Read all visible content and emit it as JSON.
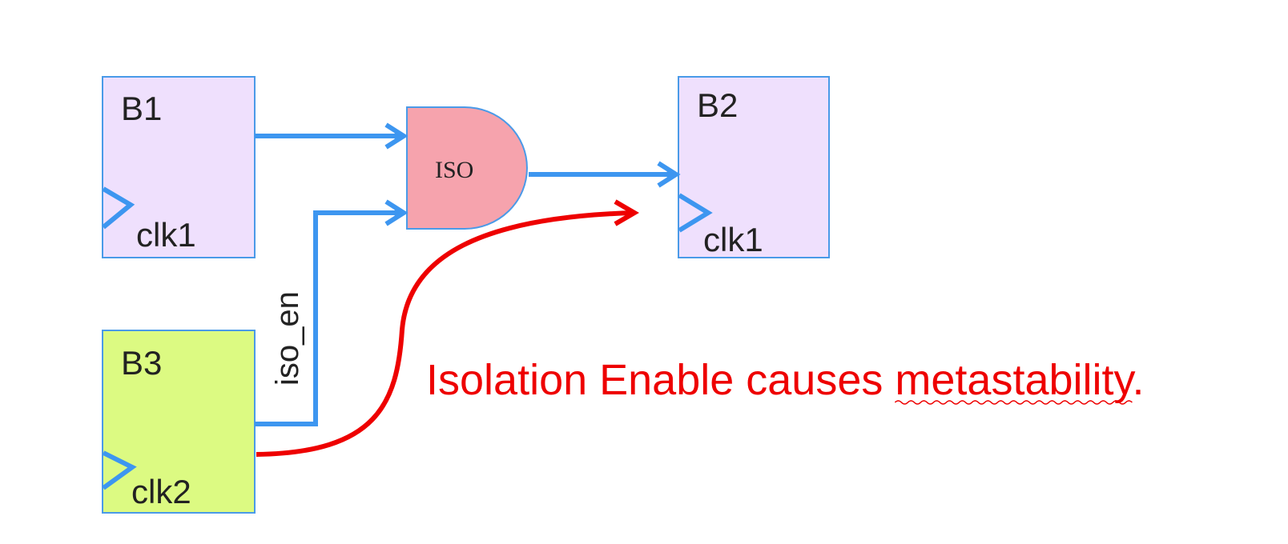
{
  "blocks": {
    "b1": {
      "name": "B1",
      "clock": "clk1"
    },
    "b2": {
      "name": "B2",
      "clock": "clk1"
    },
    "b3": {
      "name": "B3",
      "clock": "clk2"
    }
  },
  "gate": {
    "label": "ISO"
  },
  "signal": {
    "label": "iso_en"
  },
  "caption": {
    "prefix": "Isolation Enable causes ",
    "underlined_word": "metastability",
    "suffix": "."
  },
  "colors": {
    "block_fill": "#efe0fd",
    "block_b3_fill": "#dcfa82",
    "block_border": "#4a9ae8",
    "wire": "#3d96f0",
    "gate_fill": "#f6a3ad",
    "highlight": "#ee0000"
  }
}
